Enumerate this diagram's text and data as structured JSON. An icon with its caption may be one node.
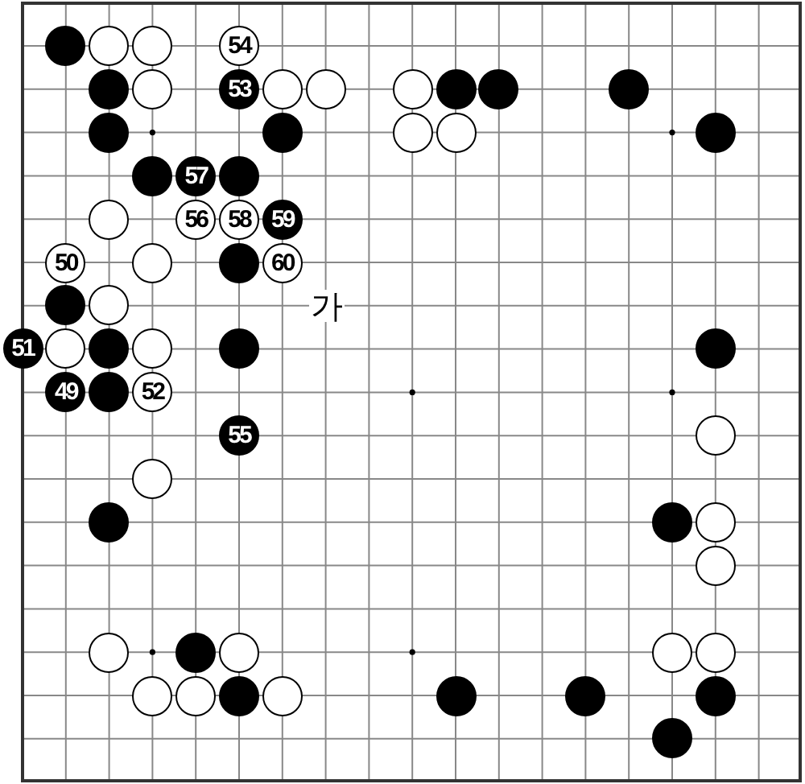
{
  "diagram": {
    "nodes": [
      {
        "text": [],
        "shape": "circle"
      },
      {
        "text": [],
        "shape": "circle"
      },
      {
        "text": [],
        "shape": "circle"
      },
      {
        "text": [
          "54"
        ]
      },
      {
        "text": [],
        "shape": "circle"
      },
      {
        "text": [],
        "shape": "circle"
      },
      {
        "text": [
          "53"
        ]
      },
      {
        "text": [],
        "shape": "circle"
      },
      {
        "text": [],
        "shape": "circle"
      },
      {
        "text": [],
        "shape": "circle"
      },
      {
        "text": [],
        "shape": "circle"
      },
      {
        "text": [],
        "shape": "circle"
      },
      {
        "text": [],
        "shape": "circle"
      },
      {
        "text": [],
        "shape": "circle"
      },
      {
        "text": [],
        "shape": "circle"
      },
      {
        "text": [],
        "shape": "circle"
      },
      {
        "text": [],
        "shape": "circle"
      },
      {
        "text": [],
        "shape": "circle"
      },
      {
        "text": [],
        "shape": "circle"
      },
      {
        "text": [
          "57"
        ]
      },
      {
        "text": [],
        "shape": "circle"
      },
      {
        "text": [],
        "shape": "circle"
      },
      {
        "text": [
          "56"
        ]
      },
      {
        "text": [
          "58"
        ]
      },
      {
        "text": [
          "59"
        ]
      },
      {
        "text": [
          "50"
        ]
      },
      {
        "text": [],
        "shape": "circle"
      },
      {
        "text": [],
        "shape": "circle"
      },
      {
        "text": [
          "60"
        ]
      },
      {
        "text": [],
        "shape": "circle"
      },
      {
        "text": [],
        "shape": "circle"
      },
      {
        "text": [
          "51"
        ]
      },
      {
        "text": [],
        "shape": "circle"
      },
      {
        "text": [],
        "shape": "circle"
      },
      {
        "text": [],
        "shape": "circle"
      },
      {
        "text": [],
        "shape": "circle"
      },
      {
        "text": [],
        "shape": "circle"
      },
      {
        "text": [
          "49"
        ]
      },
      {
        "text": [],
        "shape": "circle"
      },
      {
        "text": [
          "52"
        ]
      },
      {
        "text": [
          "55"
        ]
      },
      {
        "text": [],
        "shape": "circle"
      },
      {
        "text": [],
        "shape": "circle"
      },
      {
        "text": [],
        "shape": "circle"
      },
      {
        "text": [],
        "shape": "circle"
      },
      {
        "text": [],
        "shape": "circle"
      },
      {
        "text": [],
        "shape": "circle"
      },
      {
        "text": [],
        "shape": "circle"
      },
      {
        "text": [],
        "shape": "circle"
      },
      {
        "text": [],
        "shape": "circle"
      },
      {
        "text": [],
        "shape": "circle"
      },
      {
        "text": [],
        "shape": "circle"
      },
      {
        "text": [],
        "shape": "circle"
      },
      {
        "text": [],
        "shape": "circle"
      },
      {
        "text": [],
        "shape": "circle"
      },
      {
        "text": [],
        "shape": "circle"
      },
      {
        "text": [],
        "shape": "circle"
      },
      {
        "text": [],
        "shape": "circle"
      },
      {
        "text": [],
        "shape": "circle"
      },
      {
        "text": [],
        "shape": "circle"
      }
    ],
    "edges": [],
    "labels": [
      "가"
    ]
  }
}
